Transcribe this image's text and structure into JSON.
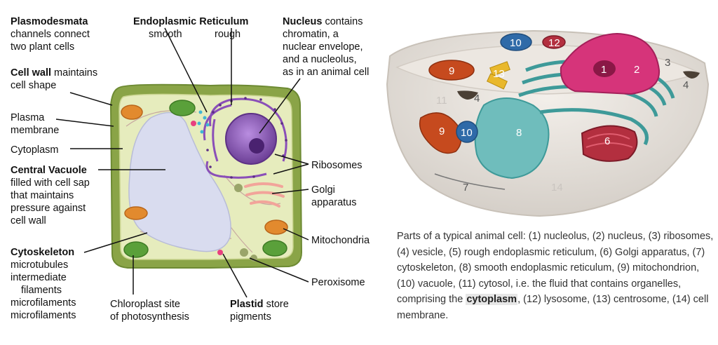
{
  "plant_cell": {
    "labels": {
      "plasmodesmata_title": "Plasmodesmata",
      "plasmodesmata_l1": "channels connect",
      "plasmodesmata_l2": "two plant cells",
      "cellwall_title": "Cell wall",
      "cellwall_rest": " maintains",
      "cellwall_l2": "cell shape",
      "plasma_l1": "Plasma",
      "plasma_l2": "membrane",
      "cytoplasm": "Cytoplasm",
      "vacuole_title": "Central Vacuole",
      "vacuole_l1": "filled with cell sap",
      "vacuole_l2": "that maintains",
      "vacuole_l3": "pressure against",
      "vacuole_l4": "cell wall",
      "cytoskeleton_title": "Cytoskeleton",
      "cytoskeleton_l1": "microtubules",
      "cytoskeleton_l2": "intermediate",
      "cytoskeleton_l3": "filaments",
      "cytoskeleton_l4": "microfilaments",
      "cytoskeleton_l5": "microfilaments",
      "er_title": "Endoplasmic Reticulum",
      "er_smooth": "smooth",
      "er_rough": "rough",
      "nucleus_title": "Nucleus",
      "nucleus_rest": " contains",
      "nucleus_l1": "chromatin, a",
      "nucleus_l2": "nuclear envelope,",
      "nucleus_l3": "and a nucleolus,",
      "nucleus_l4": "as in an animal cell",
      "ribosomes": "Ribosomes",
      "golgi_l1": "Golgi",
      "golgi_l2": "apparatus",
      "mitochondria": "Mitochondria",
      "peroxisome": "Peroxisome",
      "chloroplast_l1": "Chloroplast site",
      "chloroplast_l2": "of photosynthesis",
      "plastid_title": "Plastid",
      "plastid_rest": " store",
      "plastid_l2": "pigments"
    }
  },
  "animal_cell": {
    "markers": {
      "m1": "1",
      "m2": "2",
      "m3": "3",
      "m4a": "4",
      "m4b": "4",
      "m6": "6",
      "m7": "7",
      "m8": "8",
      "m9a": "9",
      "m9b": "9",
      "m10a": "10",
      "m10b": "10",
      "m11": "11",
      "m12": "12",
      "m13": "13",
      "m14": "14"
    },
    "caption": {
      "before": "Parts of a typical animal cell: (1) nucleolus, (2) nucleus, (3) ribosomes, (4) vesicle, (5) rough endoplasmic reticulum, (6) Golgi apparatus, (7) cytoskeleton, (8) smooth endoplasmic reticulum, (9) mitochondrion, (10) vacuole, (11) cytosol, i.e. the fluid that contains organelles, comprising the ",
      "highlight": "cytoplasm",
      "after": ", (12) lysosome, (13) centrosome, (14) cell membrane."
    }
  },
  "colors": {
    "cell_wall": "#8aa447",
    "cytoplasm": "#e6ecbd",
    "vacuole": "#d9dcef",
    "nucleus": "#7b4ea3",
    "chloroplast": "#5aa03a",
    "mitochondria": "#e28a2e",
    "golgi": "#f2a49a",
    "animal_membrane": "#e4dfd8",
    "animal_nucleus": "#d6347a",
    "animal_er": "#3e9a99",
    "animal_golgi": "#b32f3f",
    "animal_mito": "#c64a1e",
    "animal_vacuole": "#2f6aa8"
  }
}
